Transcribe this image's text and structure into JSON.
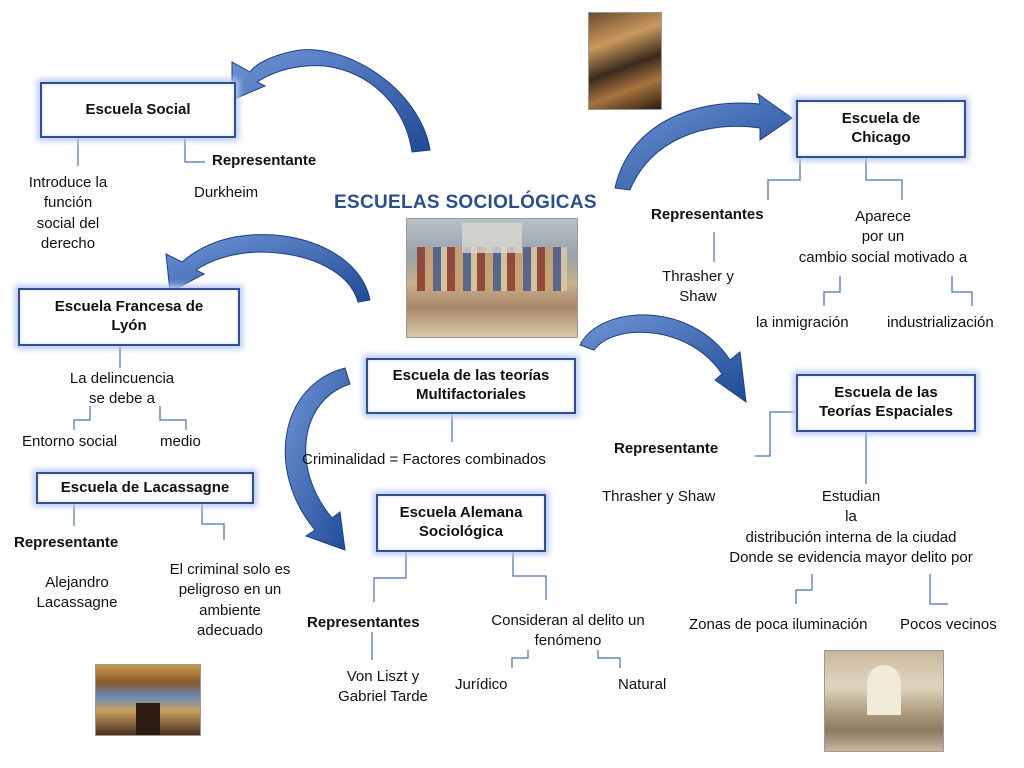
{
  "title": "ESCUELAS SOCIOLÓGICAS",
  "colors": {
    "accent": "#2c4f8c",
    "box_border": "#2f4f8f",
    "arrow": "#2f5fa8"
  },
  "social": {
    "box": "Escuela Social",
    "rep_label": "Representante",
    "rep": "Durkheim",
    "desc": "Introduce la\nfunción\nsocial del\nderecho"
  },
  "chicago": {
    "box": "Escuela de\nChicago",
    "rep_label": "Representantes",
    "rep": "Thrasher y\nShaw",
    "desc": "Aparece\npor un\ncambio social motivado a",
    "cause1": "la inmigración",
    "cause2": "industrialización"
  },
  "lyon": {
    "box": "Escuela Francesa de\nLyón",
    "desc": "La delincuencia\nse debe a",
    "opt1": "Entorno social",
    "opt2": "medio"
  },
  "multi": {
    "box": "Escuela de las teorías\nMultifactoriales",
    "desc": "Criminalidad = Factores  combinados"
  },
  "lacassagne": {
    "box": "Escuela de Lacassagne",
    "rep_label": "Representante",
    "rep": "Alejandro\nLacassagne",
    "desc": "El criminal solo es\npeligroso en un\nambiente\nadecuado"
  },
  "alemana": {
    "box": "Escuela Alemana\nSociológica",
    "rep_label": "Representantes",
    "rep": "Von Liszt y\nGabriel Tarde",
    "desc": "Consideran al delito  un\nfenómeno",
    "opt1": "Jurídico",
    "opt2": "Natural"
  },
  "espaciales": {
    "box": "Escuela de las\nTeorías Espaciales",
    "rep_label": "Representante",
    "rep": "Thrasher y  Shaw",
    "desc": "Estudian\nla\ndistribución interna de la ciudad\nDonde se evidencia mayor delito por",
    "opt1": "Zonas de poca iluminación",
    "opt2": "Pocos vecinos"
  }
}
